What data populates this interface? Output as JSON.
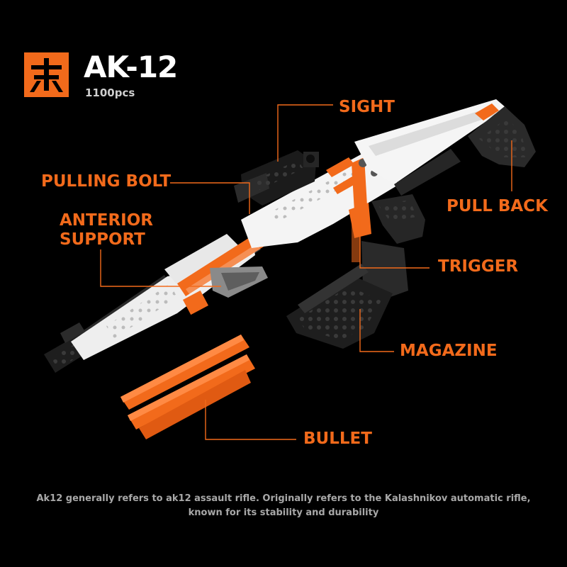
{
  "header": {
    "logo_glyph": "赤",
    "title": "AK-12",
    "piece_count": "1100pcs"
  },
  "callouts": {
    "sight": "SIGHT",
    "pulling_bolt": "PULLING BOLT",
    "anterior_support_line1": "ANTERIOR",
    "anterior_support_line2": "SUPPORT",
    "pull_back": "PULL BACK",
    "trigger": "TRIGGER",
    "magazine": "MAGAZINE",
    "bullet": "BULLET"
  },
  "caption": {
    "line1": "Ak12 generally refers to ak12 assault rifle. Originally refers to the Kalashnikov automatic rifle,",
    "line2": "known for its stability and durability"
  },
  "colors": {
    "accent": "#f26a1b",
    "background": "#000000",
    "body_white": "#f2f2f2",
    "body_dark": "#2a2a2a"
  }
}
